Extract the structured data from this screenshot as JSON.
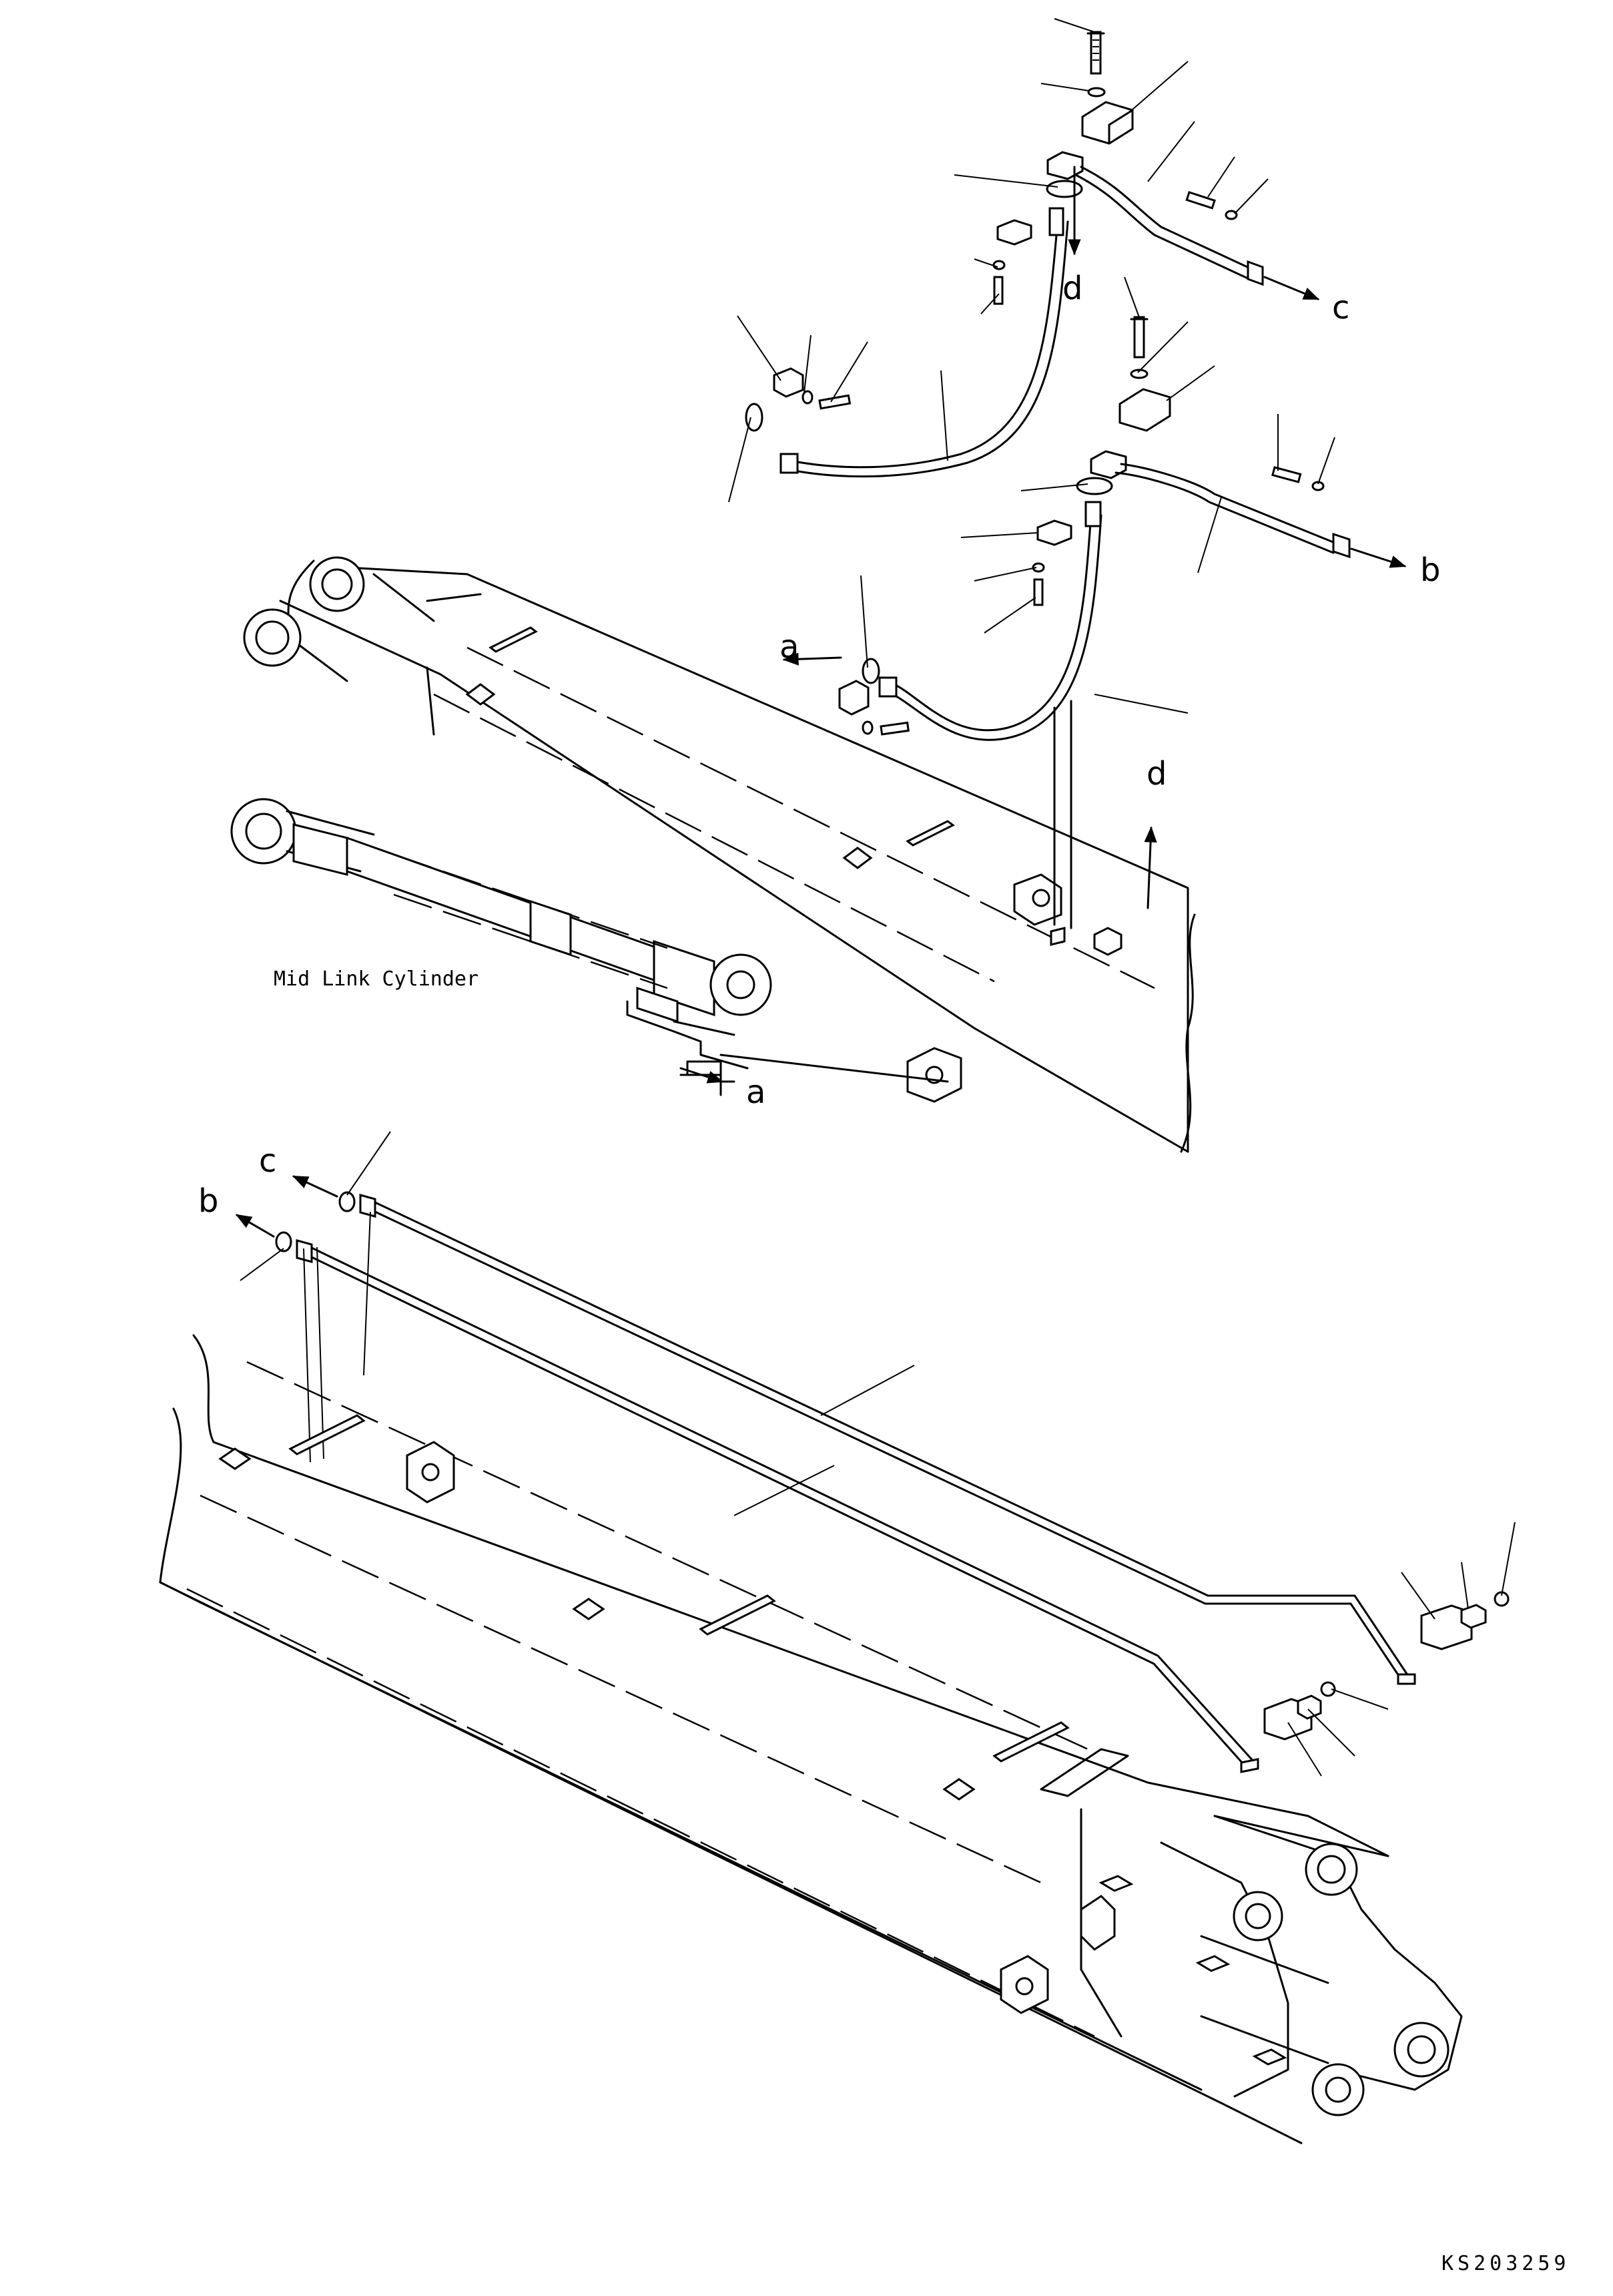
{
  "labels": {
    "cylinder": "Mid Link Cylinder",
    "part_no": "KS203259",
    "a": "a",
    "b": "b",
    "c": "c",
    "d": "d"
  }
}
